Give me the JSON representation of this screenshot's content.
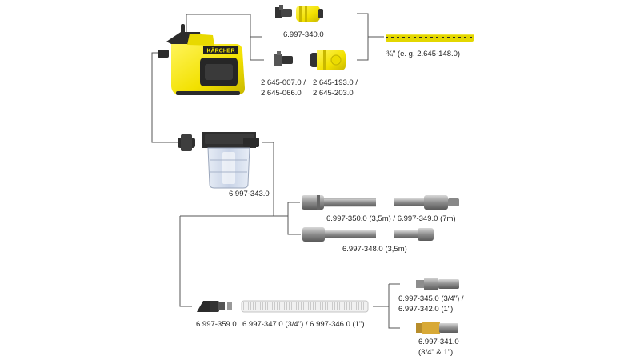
{
  "colors": {
    "brand_yellow": "#f2e600",
    "dark": "#2b2b2b",
    "metal": "#9a9a9a",
    "line": "#555555"
  },
  "pump": {
    "brand_text": "KÄRCHER"
  },
  "labels": {
    "coupling_set": "6.997-340.0",
    "adapters_left_1": "2.645-007.0 /",
    "adapters_left_2": "2.645-066.0",
    "adapters_right_1": "2.645-193.0 /",
    "adapters_right_2": "2.645-203.0",
    "garden_hose": "¾\" (e. g. 2.645-148.0)",
    "filter": "6.997-343.0",
    "suction_hose_long": "6.997-350.0 (3,5m) / 6.997-349.0 (7m)",
    "suction_hose_short": "6.997-348.0 (3,5m)",
    "check_valve": "6.997-359.0",
    "suction_spiral_hose": "6.997-347.0 (3/4\") / 6.997-346.0 (1\")",
    "connector_a_1": "6.997-345.0 (3/4\") /",
    "connector_a_2": "6.997-342.0 (1\")",
    "connector_b_1": "6.997-341.0",
    "connector_b_2": "(3/4\" & 1\")"
  }
}
